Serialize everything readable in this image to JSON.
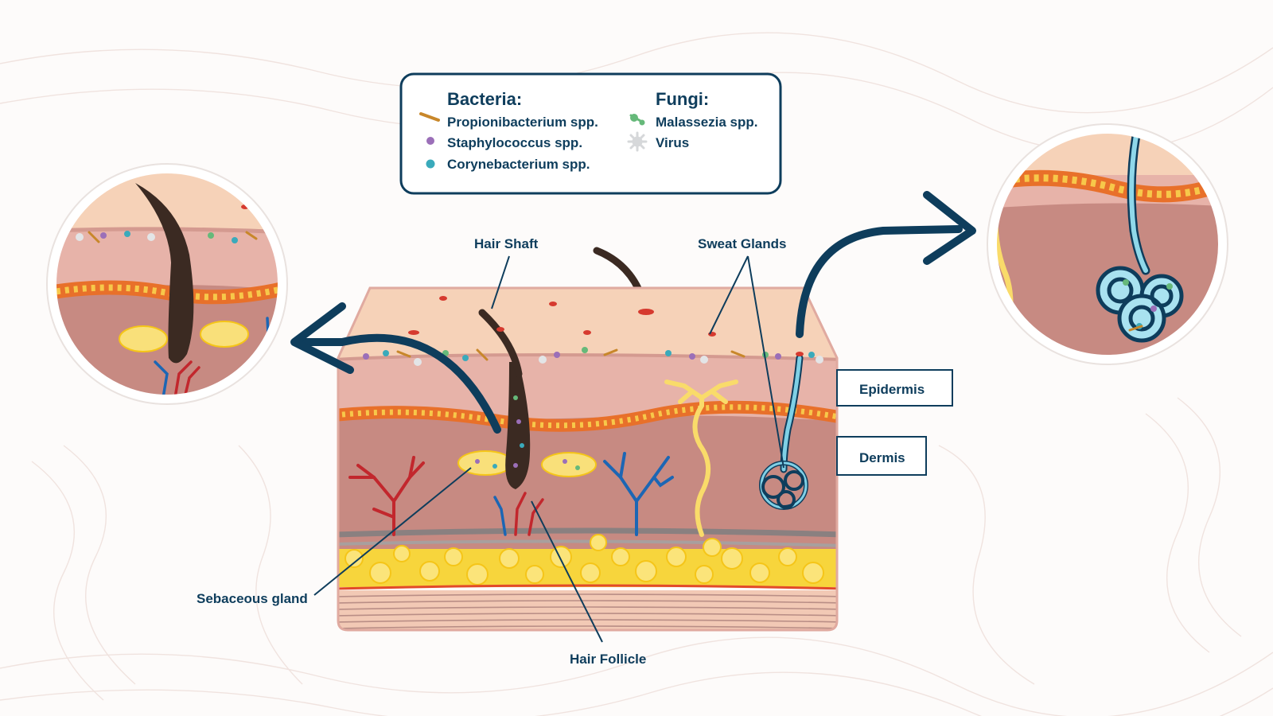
{
  "legend": {
    "bacteria_heading": "Bacteria:",
    "fungi_heading": "Fungi:",
    "bacteria": [
      {
        "label": "Propionibacterium spp.",
        "icon": "rod-icon",
        "color": "#c8872a"
      },
      {
        "label": "Staphylococcus spp.",
        "icon": "dot-icon",
        "color": "#9b6fb8"
      },
      {
        "label": "Corynebacterium spp.",
        "icon": "dot-icon",
        "color": "#3aaabb"
      }
    ],
    "fungi": [
      {
        "label": "Malassezia spp.",
        "icon": "budding-yeast-icon",
        "color": "#66b97a"
      },
      {
        "label": "Virus",
        "icon": "virus-icon",
        "color": "#d6d8da"
      }
    ]
  },
  "labels": {
    "hair_shaft": "Hair Shaft",
    "sweat_glands": "Sweat Glands",
    "epidermis": "Epidermis",
    "dermis": "Dermis",
    "sebaceous_gland": "Sebaceous gland",
    "hair_follicle": "Hair Follicle"
  },
  "colors": {
    "outline": "#0e3d5c",
    "skin_surface": "#f6d2b8",
    "epidermis": "#e7b3a9",
    "dermis": "#c78a82",
    "basal_layer": "#e8702a",
    "fat": "#f7d53c",
    "hair": "#3b2a22",
    "artery": "#c2272d",
    "vein": "#1c66b4",
    "sweat_gland": "#3aaed1",
    "nerve": "#f9db6a"
  }
}
